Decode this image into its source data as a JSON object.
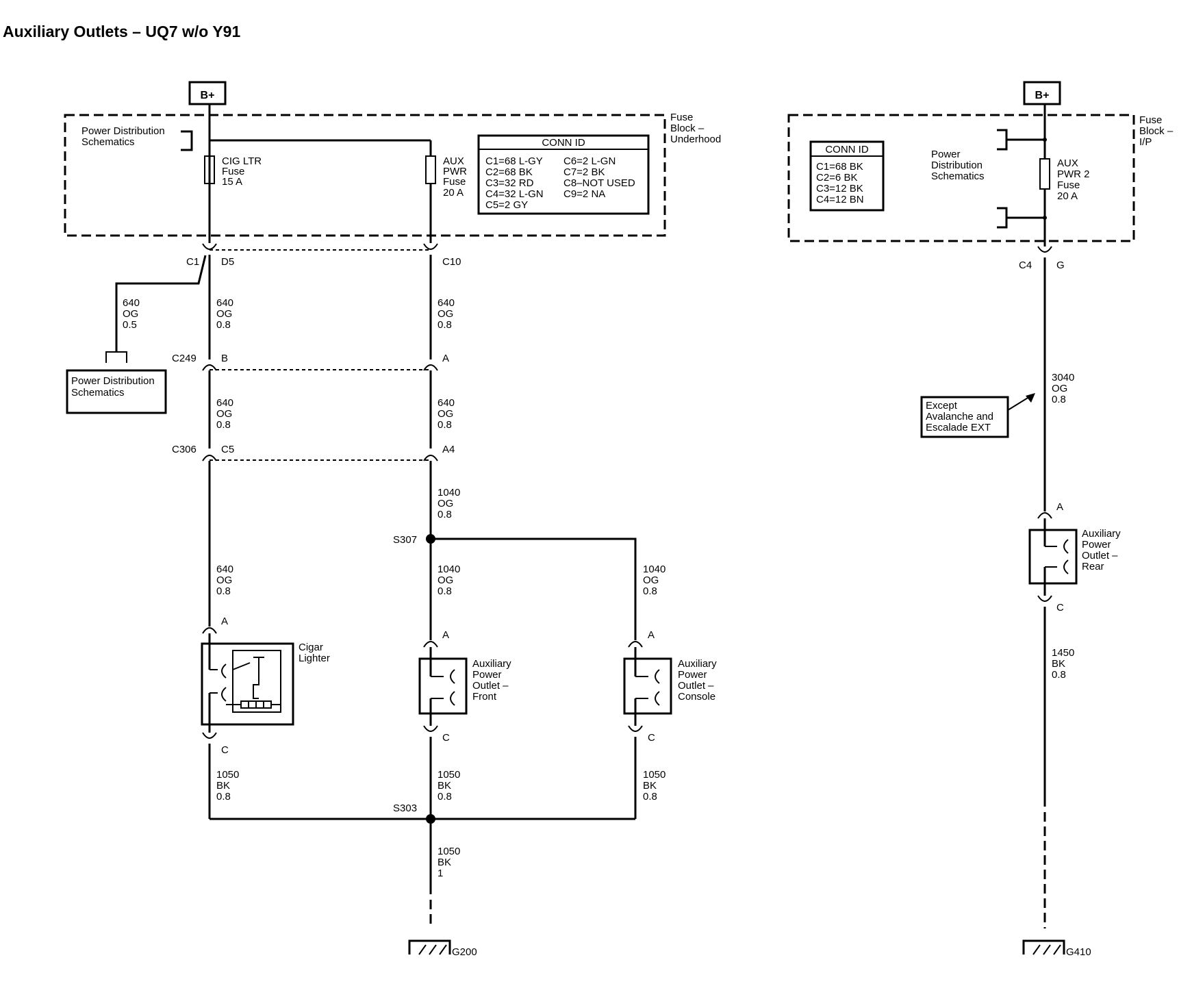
{
  "title": "Auxiliary Outlets – UQ7 w/o Y91",
  "battery_label": "B+",
  "underhood": {
    "block_label": [
      "Fuse",
      "Block –",
      "Underhood"
    ],
    "pds_label": [
      "Power Distribution",
      "Schematics"
    ],
    "fuse_cig": [
      "CIG LTR",
      "Fuse",
      "15 A"
    ],
    "fuse_aux": [
      "AUX",
      "PWR",
      "Fuse",
      "20 A"
    ],
    "conn_title": "CONN ID",
    "conn_left": [
      "C1=68 L-GY",
      "C2=68 BK",
      "C3=32 RD",
      "C4=32 L-GN",
      "C5=2 GY"
    ],
    "conn_right": [
      "C6=2 L-GN",
      "C7=2 BK",
      "C8–NOT USED",
      "C9=2 NA"
    ]
  },
  "ip": {
    "block_label": [
      "Fuse",
      "Block –",
      "I/P"
    ],
    "pds_label": [
      "Power",
      "Distribution",
      "Schematics"
    ],
    "fuse_aux2": [
      "AUX",
      "PWR 2",
      "Fuse",
      "20 A"
    ],
    "conn_title": "CONN ID",
    "conn_list": [
      "C1=68 BK",
      "C2=6 BK",
      "C3=12 BK",
      "C4=12 BN"
    ]
  },
  "connectors": {
    "c1": "C1",
    "d5": "D5",
    "c10": "C10",
    "c249": "C249",
    "b": "B",
    "a": "A",
    "c306": "C306",
    "c5": "C5",
    "a4": "A4",
    "c4": "C4",
    "g": "G",
    "c": "C"
  },
  "wires": {
    "w640_05": [
      "640",
      "OG",
      "0.5"
    ],
    "w640_08": [
      "640",
      "OG",
      "0.8"
    ],
    "w1040_08": [
      "1040",
      "OG",
      "0.8"
    ],
    "w1050_08": [
      "1050",
      "BK",
      "0.8"
    ],
    "w1050_1": [
      "1050",
      "BK",
      "1"
    ],
    "w3040_08": [
      "3040",
      "OG",
      "0.8"
    ],
    "w1450_08": [
      "1450",
      "BK",
      "0.8"
    ]
  },
  "splices": {
    "s307": "S307",
    "s303": "S303"
  },
  "grounds": {
    "g200": "G200",
    "g410": "G410"
  },
  "components": {
    "pds_box": [
      "Power Distribution",
      "Schematics"
    ],
    "cigar": [
      "Cigar",
      "Lighter"
    ],
    "front": [
      "Auxiliary",
      "Power",
      "Outlet –",
      "Front"
    ],
    "console": [
      "Auxiliary",
      "Power",
      "Outlet –",
      "Console"
    ],
    "rear": [
      "Auxiliary",
      "Power",
      "Outlet –",
      "Rear"
    ],
    "except_note": [
      "Except",
      "Avalanche and",
      "Escalade EXT"
    ]
  }
}
